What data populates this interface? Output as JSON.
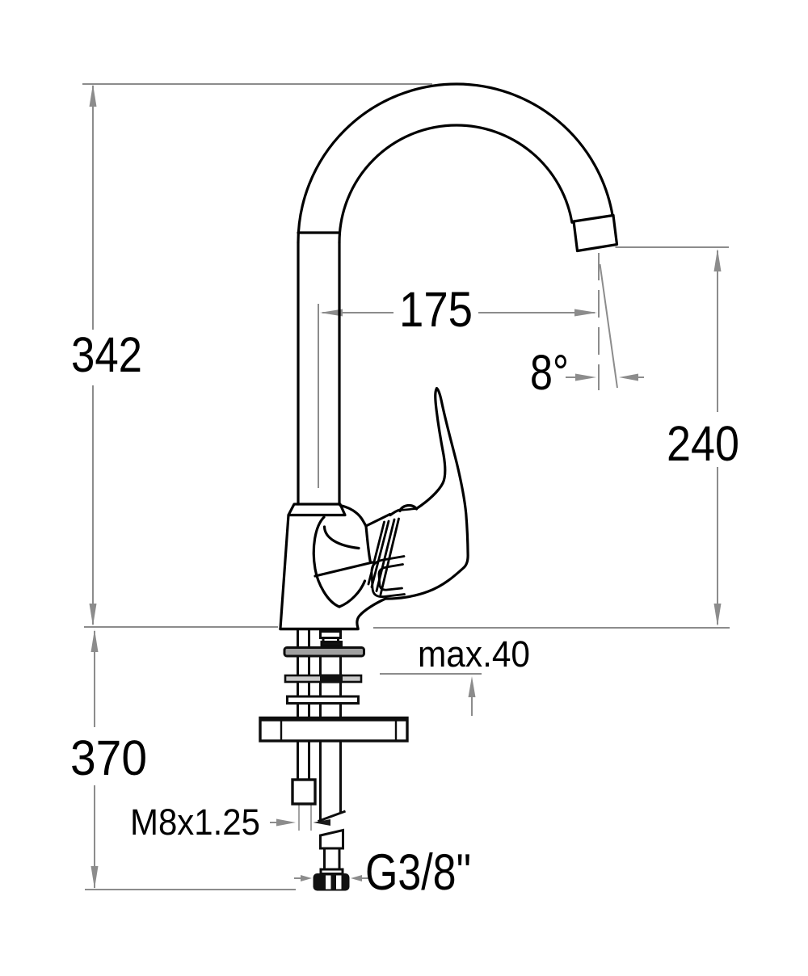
{
  "drawing": {
    "title": "faucet-technical-drawing",
    "background": "#ffffff",
    "outline_color": "#000000",
    "dimension_color": "#8c8c8c",
    "labels": {
      "total_height": "342",
      "spout_reach": "175",
      "spout_angle": "8°",
      "spout_height": "240",
      "deck_thickness": "max.40",
      "below_deck_length": "370",
      "stud_thread": "M8x1.25",
      "hose_thread": "G3/8\""
    }
  }
}
